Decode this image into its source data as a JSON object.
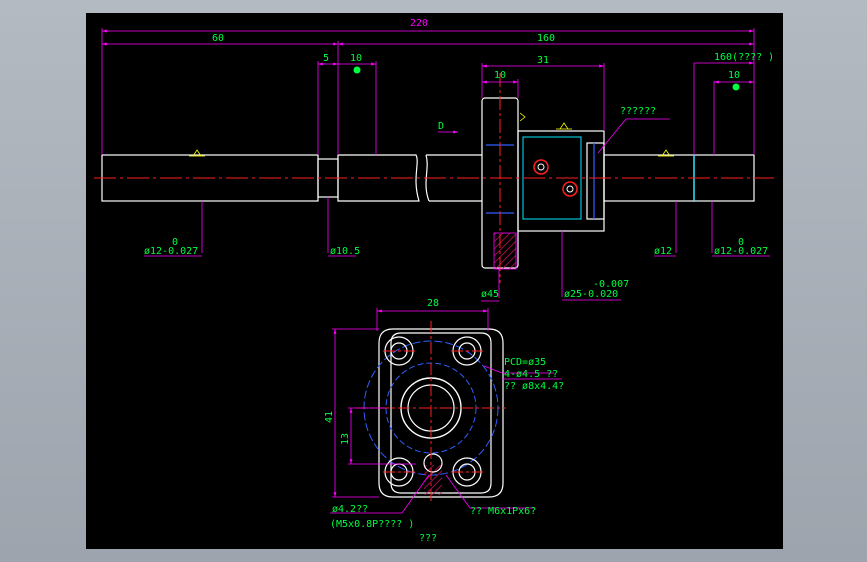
{
  "colors": {
    "background": "#000000",
    "dimension": "#ff00ff",
    "outline": "#ffffff",
    "center_line": "#ff2020",
    "hidden": "#3060ff",
    "text": "#00ff40",
    "accent": "#00e5ff",
    "hatch": "#d01060",
    "surface": "#ffff00"
  },
  "side_view": {
    "dim_overall": "220",
    "dim_left_section": "60",
    "dim_right_section": "160",
    "dim_groove": "5",
    "dim_left_gap": "10",
    "dim_nut": "31",
    "dim_nut_flange": "10",
    "dim_right_ref": "160(???? )",
    "dim_right_gap": "10",
    "label_view_d": "D",
    "note_nut": "??????",
    "dia_left_tol_upper": "0",
    "dia_left": "ø12-0.027",
    "dia_groove": "ø10.5",
    "dia_flange": "ø45",
    "dia_nut_tol": "-0.007",
    "dia_nut": "ø25-0.020",
    "dia_screw": "ø12",
    "dia_right_tol_upper": "0",
    "dia_right": "ø12-0.027"
  },
  "front_view": {
    "dim_width": "28",
    "dim_height": "41",
    "dim_offset": "13",
    "note_pcd": "PCD=ø35",
    "note_holes": "4-ø4.5 ??",
    "note_cbore": "?? ø8x4.4?",
    "note_tap": "?? M6x1Px6?",
    "note_pilot": "ø4.2??",
    "note_thread": "(M5x0.8P????  )",
    "note_bottom": "???"
  }
}
